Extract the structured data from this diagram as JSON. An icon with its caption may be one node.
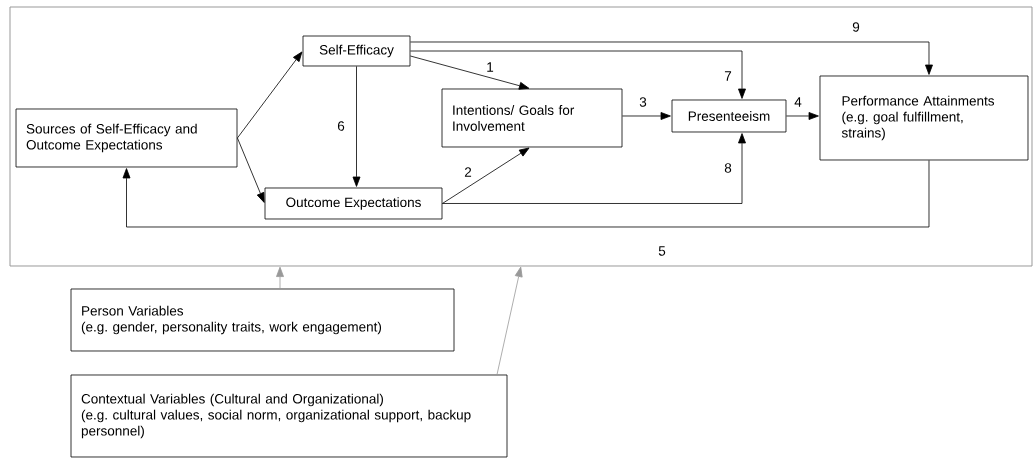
{
  "diagram": {
    "nodes": [
      {
        "text": [],
        "shape": "box"
      },
      {
        "text": [
          "Sources of Self-Efficacy and Outcome Expectations"
        ],
        "in": 0
      },
      {
        "text": [
          "Self-Efficacy"
        ],
        "in": 0
      },
      {
        "text": [
          "Intentions/ Goals for Involvement"
        ],
        "in": 0
      },
      {
        "text": [
          "Presenteeism"
        ],
        "in": 0
      },
      {
        "text": [
          "Performance Attainments",
          "(e.g. goal fulfillment, strains)"
        ],
        "in": 0
      },
      {
        "text": [
          "Outcome Expectations"
        ],
        "in": 0
      },
      {
        "text": [
          "Person Variables",
          "(e.g. gender, personality traits, work engagement)"
        ]
      },
      {
        "text": [
          "Contextual Variables (Cultural and Organizational)",
          "(e.g. cultural values, social norm, organizational support, backup personnel)"
        ]
      }
    ],
    "edges": [
      {
        "from": 1,
        "to": 2,
        "arrow": "to"
      },
      {
        "from": 1,
        "to": 6,
        "arrow": "to"
      },
      {
        "from": 2,
        "to": 3,
        "arrow": "to",
        "label": "1"
      },
      {
        "from": 6,
        "to": 3,
        "arrow": "to",
        "label": "2"
      },
      {
        "from": 3,
        "to": 4,
        "arrow": "to",
        "label": "3"
      },
      {
        "from": 4,
        "to": 5,
        "arrow": "to",
        "label": "4"
      },
      {
        "from": 5,
        "to": 1,
        "arrow": "to",
        "label": "5"
      },
      {
        "from": 2,
        "to": 6,
        "arrow": "to",
        "label": "6"
      },
      {
        "from": 2,
        "to": 4,
        "arrow": "to",
        "label": "7"
      },
      {
        "from": 6,
        "to": 4,
        "arrow": "to",
        "label": "8"
      },
      {
        "from": 2,
        "to": 5,
        "arrow": "to",
        "label": "9"
      },
      {
        "from": 7,
        "to": 0,
        "arrow": "to",
        "color": "#999999"
      },
      {
        "from": 8,
        "to": 0,
        "arrow": "to",
        "color": "#999999"
      }
    ]
  }
}
